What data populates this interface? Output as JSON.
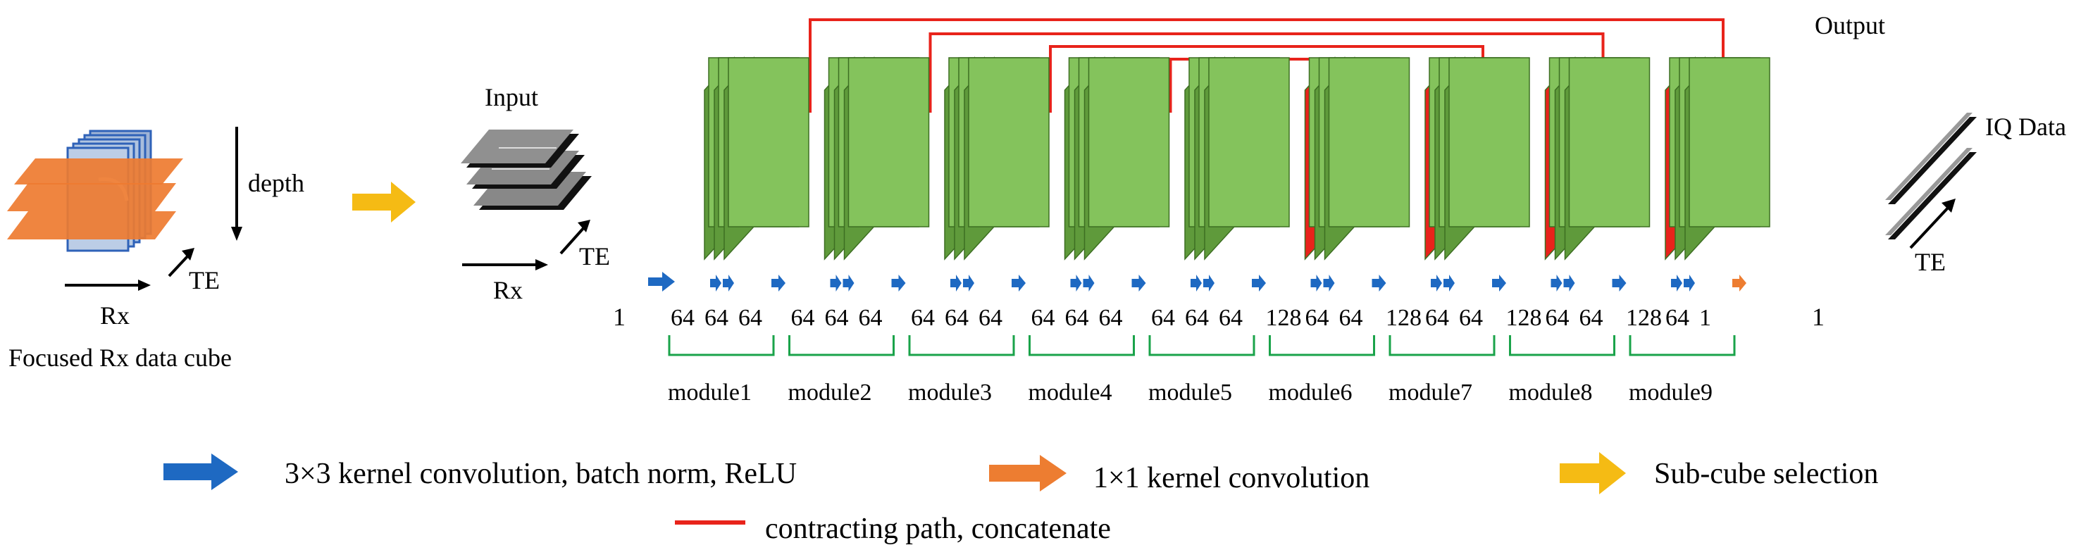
{
  "input_block": {
    "caption": "Focused Rx data cube",
    "depth_label": "depth",
    "rx_label": "Rx",
    "te_label": "TE"
  },
  "input_slices": {
    "title": "Input",
    "rx_label": "Rx",
    "te_label": "TE"
  },
  "output_block": {
    "title": "Output",
    "iq_label": "IQ Data",
    "te_label": "TE"
  },
  "channels": {
    "input": "1",
    "output": "1",
    "modules": [
      {
        "name": "module1",
        "values": [
          "64",
          "64",
          "64"
        ]
      },
      {
        "name": "module2",
        "values": [
          "64",
          "64",
          "64"
        ]
      },
      {
        "name": "module3",
        "values": [
          "64",
          "64",
          "64"
        ]
      },
      {
        "name": "module4",
        "values": [
          "64",
          "64",
          "64"
        ]
      },
      {
        "name": "module5",
        "values": [
          "64",
          "64",
          "64"
        ]
      },
      {
        "name": "module6",
        "values": [
          "128",
          "64",
          "64"
        ]
      },
      {
        "name": "module7",
        "values": [
          "128",
          "64",
          "64"
        ]
      },
      {
        "name": "module8",
        "values": [
          "128",
          "64",
          "64"
        ]
      },
      {
        "name": "module9",
        "values": [
          "128",
          "64",
          "1"
        ]
      }
    ]
  },
  "legend": {
    "conv3x3": "3×3 kernel convolution, batch norm, ReLU",
    "conv1x1": "1×1 kernel convolution",
    "subcube": "Sub-cube selection",
    "contracting": "contracting path, concatenate"
  },
  "colors": {
    "feature_map": "#84c35c",
    "concat_edge": "#e8231b",
    "conv_arrow": "#1e69c2",
    "conv1x1_arrow": "#ed7d31",
    "subcube_arrow": "#f5bb14",
    "skip_line": "#e8231b",
    "group_bracket": "#1aa34a",
    "cube_blue": "#2f62b8",
    "cube_slice": "#ee7b30"
  }
}
